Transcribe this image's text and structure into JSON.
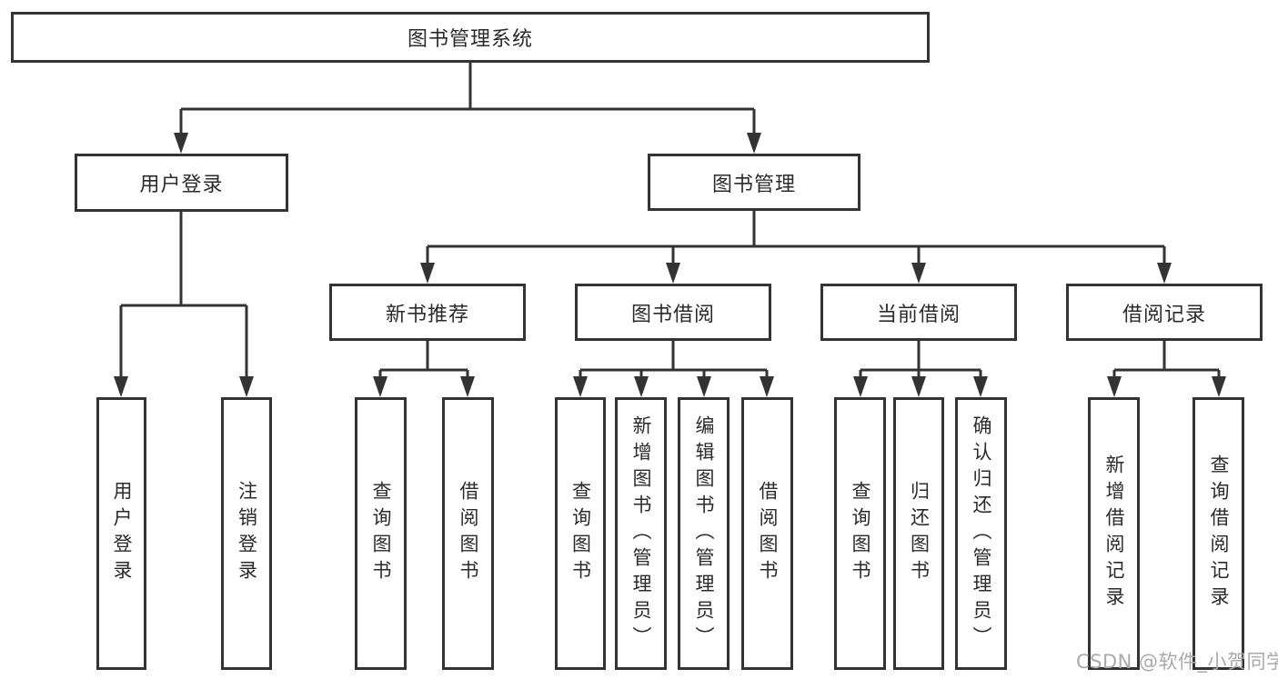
{
  "nodes": {
    "root": "图书管理系统",
    "user_login": "用户登录",
    "book_mgmt": "图书管理",
    "new_book": "新书推荐",
    "book_borrow": "图书借阅",
    "current_borrow": "当前借阅",
    "borrow_record": "借阅记录"
  },
  "leaves": {
    "user_login": [
      "用户登录",
      "注销登录"
    ],
    "new_book": [
      "查询图书",
      "借阅图书"
    ],
    "book_borrow": [
      "查询图书",
      "新增图书（管理员）",
      "编辑图书（管理员）",
      "借阅图书"
    ],
    "current_borrow": [
      "查询图书",
      "归还图书",
      "确认归还（管理员）"
    ],
    "borrow_record": [
      "新增借阅记录",
      "查询借阅记录"
    ]
  },
  "watermark": "CSDN @软件_小贺同学",
  "colors": {
    "line": "#333333",
    "box_border": "#333333",
    "text": "#2b2b2b",
    "watermark": "#a9a9b0",
    "background": "#ffffff"
  }
}
